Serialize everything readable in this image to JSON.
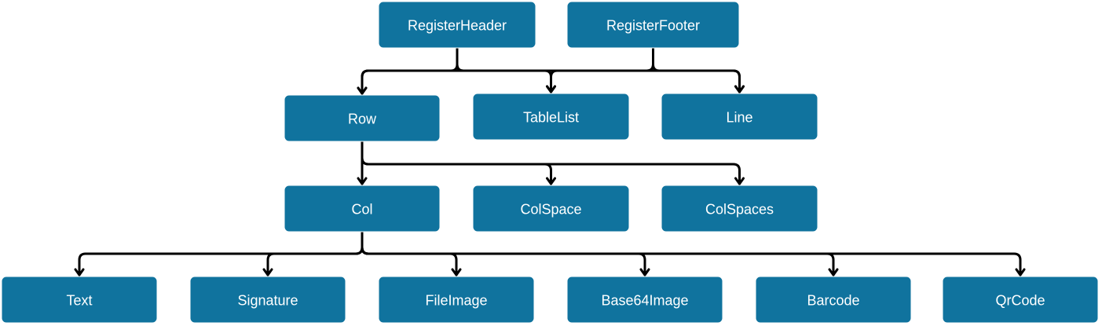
{
  "diagram": {
    "colors": {
      "node_fill": "#10739e",
      "node_text": "#ffffff",
      "edge": "#000000"
    },
    "nodes": [
      {
        "id": "register-header",
        "label": "RegisterHeader"
      },
      {
        "id": "register-footer",
        "label": "RegisterFooter"
      },
      {
        "id": "row",
        "label": "Row"
      },
      {
        "id": "table-list",
        "label": "TableList"
      },
      {
        "id": "line",
        "label": "Line"
      },
      {
        "id": "col",
        "label": "Col"
      },
      {
        "id": "col-space",
        "label": "ColSpace"
      },
      {
        "id": "col-spaces",
        "label": "ColSpaces"
      },
      {
        "id": "text",
        "label": "Text"
      },
      {
        "id": "signature",
        "label": "Signature"
      },
      {
        "id": "file-image",
        "label": "FileImage"
      },
      {
        "id": "base64-image",
        "label": "Base64Image"
      },
      {
        "id": "barcode",
        "label": "Barcode"
      },
      {
        "id": "qr-code",
        "label": "QrCode"
      }
    ],
    "edges": [
      {
        "from": "register-header",
        "to": "row"
      },
      {
        "from": "register-header",
        "to": "table-list"
      },
      {
        "from": "register-header",
        "to": "line"
      },
      {
        "from": "register-footer",
        "to": "row"
      },
      {
        "from": "register-footer",
        "to": "table-list"
      },
      {
        "from": "register-footer",
        "to": "line"
      },
      {
        "from": "row",
        "to": "col"
      },
      {
        "from": "row",
        "to": "col-space"
      },
      {
        "from": "row",
        "to": "col-spaces"
      },
      {
        "from": "col",
        "to": "text"
      },
      {
        "from": "col",
        "to": "signature"
      },
      {
        "from": "col",
        "to": "file-image"
      },
      {
        "from": "col",
        "to": "base64-image"
      },
      {
        "from": "col",
        "to": "barcode"
      },
      {
        "from": "col",
        "to": "qr-code"
      }
    ]
  }
}
